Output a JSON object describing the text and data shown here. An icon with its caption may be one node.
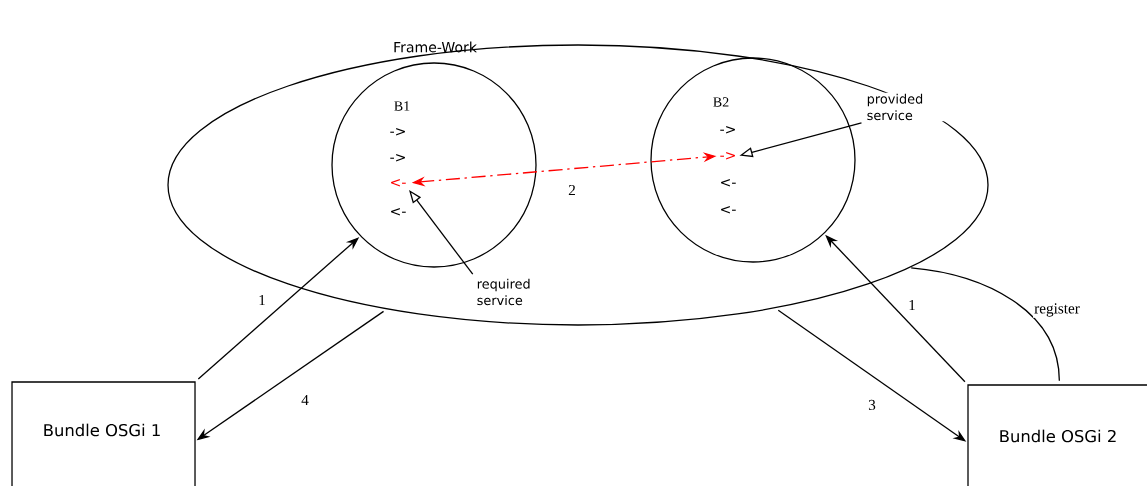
{
  "diagram": {
    "nodes": [
      {
        "text": [
          "Frame-Work"
        ]
      },
      {
        "text": [
          "B1",
          "->",
          "->",
          "<-"
        ],
        "in": 0
      },
      {
        "text": [
          "<-"
        ],
        "in": 1
      },
      {
        "text": [
          "B2",
          "->",
          "<-",
          "<-"
        ],
        "in": 0
      },
      {
        "text": [
          "->"
        ],
        "in": 3
      },
      {
        "text": [
          "required service"
        ],
        "in": 0
      },
      {
        "text": [
          "provided service"
        ],
        "in": 0
      },
      {
        "text": [
          "Bundle OSGi 1"
        ]
      },
      {
        "text": [
          "Bundle OSGi 2"
        ]
      }
    ],
    "edges": [
      {
        "from": 2,
        "to": 4,
        "arrow": "both",
        "label": "2",
        "style": "dashed",
        "color": "#ff0000"
      },
      {
        "from": 5,
        "to": 2,
        "arrow": "to"
      },
      {
        "from": 6,
        "to": 4,
        "arrow": "to"
      },
      {
        "from": 7,
        "to": 1,
        "arrow": "to",
        "label": "1"
      },
      {
        "from": 0,
        "to": 7,
        "arrow": "to",
        "label": "4"
      },
      {
        "from": 8,
        "to": 3,
        "arrow": "to",
        "label": "1"
      },
      {
        "from": 0,
        "to": 8,
        "arrow": "to",
        "label": "3"
      },
      {
        "from": 8,
        "to": 0,
        "arrow": "none",
        "label": "register"
      }
    ]
  }
}
